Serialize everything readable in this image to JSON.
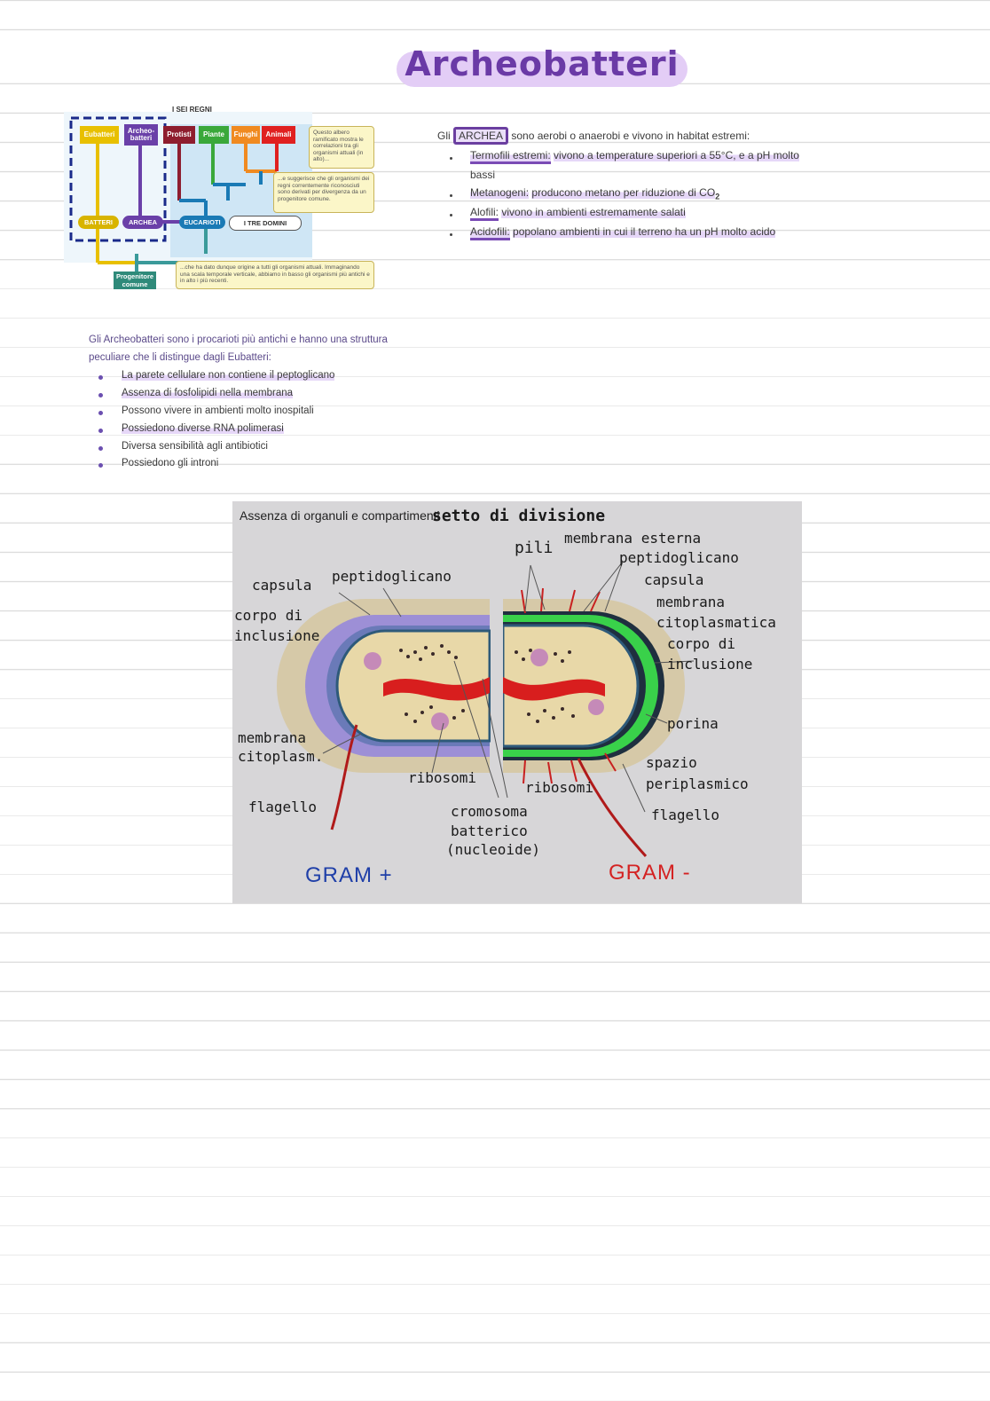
{
  "title": "Archeobatteri",
  "kingdoms": {
    "heading": "I SEI REGNI",
    "boxes": [
      "Eubatteri",
      "Archeo-batteri",
      "Protisti",
      "Piante",
      "Funghi",
      "Animali"
    ],
    "colors": {
      "eubatteri": "#e8c000",
      "archeobatteri": "#6a40a8",
      "protisti": "#8e1d2e",
      "piante": "#3aa83a",
      "funghi": "#f08a20",
      "animali": "#e02020"
    },
    "domains": [
      "BATTERI",
      "ARCHEA",
      "EUCARIOTI",
      "I TRE DOMINI"
    ],
    "ancestor": "Progenitore comune",
    "notes": [
      "Questo albero ramificato mostra le correlazioni tra gli organismi attuali (in alto)...",
      "...e suggerisce che gli organismi dei regni correntemente riconosciuti sono derivati per divergenza da un progenitore comune.",
      "...che ha dato dunque origine a tutti gli organismi attuali. Immaginando una scala temporale verticale, abbiamo in basso gli organismi più antichi e in alto i più recenti."
    ]
  },
  "archea_section": {
    "intro_prefix": "Gli",
    "intro_keyword": "ARCHEA",
    "intro_rest": "sono aerobi o anaerobi e vivono in habitat estremi:",
    "items": [
      {
        "term": "Termofili estremi:",
        "text": "vivono a temperature superiori a 55°C, e a pH molto",
        "text2": "bassi"
      },
      {
        "term": "Metanogeni:",
        "text": "producono metano per riduzione di CO",
        "sub": "2"
      },
      {
        "term": "Alofili:",
        "text": "vivono in ambienti estremamente salati"
      },
      {
        "term": "Acidofili:",
        "text": "popolano ambienti in cui il terreno ha un pH molto acido"
      }
    ]
  },
  "intro_paragraph": {
    "line1": "Gli Archeobatteri sono i procarioti più antichi e hanno una struttura",
    "line2": "peculiare che li distingue dagli Eubatteri:",
    "bullets": [
      "La parete cellulare non contiene il peptoglicano",
      "Assenza di fosfolipidi nella membrana",
      "Possono vivere in ambienti molto inospitali",
      "Possiedono diverse RNA polimerasi",
      "Diversa sensibilità agli antibiotici",
      "Possiedono gli introni"
    ]
  },
  "bacteria_figure": {
    "annotation": "Assenza di organuli e compartimenti",
    "labels": {
      "septum": "setto di divisione",
      "pili": "pili",
      "outer_membrane": "membrana esterna",
      "peptidoglycan_right": "peptidoglicano",
      "capsule_right": "capsula",
      "cyto_membrane_right_1": "membrana",
      "cyto_membrane_right_2": "citoplasmatica",
      "inclusion_right_1": "corpo di",
      "inclusion_right_2": "inclusione",
      "porin": "porina",
      "periplasm_1": "spazio",
      "periplasm_2": "periplasmico",
      "flagellum_right": "flagello",
      "ribosomes_right": "ribosomi",
      "chromosome_1": "cromosoma",
      "chromosome_2": "batterico",
      "chromosome_3": "(nucleoide)",
      "ribosomes_left": "ribosomi",
      "flagellum_left": "flagello",
      "cyto_membrane_left_1": "membrana",
      "cyto_membrane_left_2": "citoplasm.",
      "inclusion_left_1": "corpo di",
      "inclusion_left_2": "inclusione",
      "capsule_left": "capsula",
      "peptidoglycan_left": "peptidoglicano",
      "gram_pos": "GRAM +",
      "gram_neg": "GRAM -"
    },
    "colors": {
      "gram_pos": "#1f3fa8",
      "gram_neg": "#d42222"
    }
  }
}
